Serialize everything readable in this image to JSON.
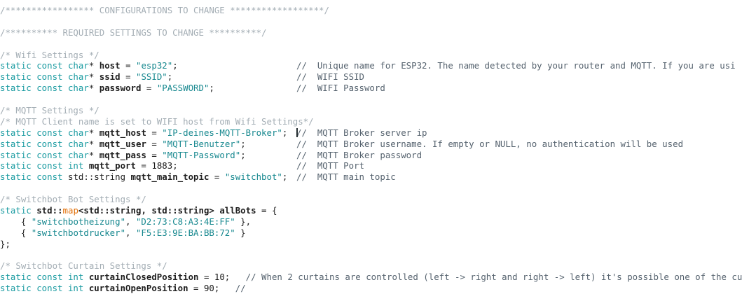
{
  "editor": {
    "language": "cpp",
    "caret_line": 12,
    "colors": {
      "background": "#ffffff",
      "keyword": "#1a9ba1",
      "string": "#17888f",
      "block_comment": "#a3adb4",
      "line_comment": "#55626e",
      "identifier": "#1f1f1f",
      "orange_type": "#e2710b",
      "caret": "#222b2e"
    }
  },
  "lines": [
    {
      "id": "header-configurations",
      "kind": "block-comment",
      "text": "/***************** CONFIGURATIONS TO CHANGE ******************/"
    },
    {
      "id": "blank-1",
      "kind": "blank",
      "text": ""
    },
    {
      "id": "header-required-settings",
      "kind": "block-comment",
      "text": "/********** REQUIRED SETTINGS TO CHANGE **********/"
    },
    {
      "id": "blank-2",
      "kind": "blank",
      "text": ""
    },
    {
      "id": "comment-wifi-settings",
      "kind": "block-comment",
      "text": "/* Wifi Settings */"
    },
    {
      "id": "decl-host",
      "kind": "declaration",
      "keywords": "static const char",
      "star": "*",
      "name": "host",
      "assign": " = ",
      "value": "\"esp32\"",
      "semicolon": ";",
      "comment": "//  Unique name for ESP32. The name detected by your router and MQTT. If you are usi"
    },
    {
      "id": "decl-ssid",
      "kind": "declaration",
      "keywords": "static const char",
      "star": "*",
      "name": "ssid",
      "assign": " = ",
      "value": "\"SSID\"",
      "semicolon": ";",
      "comment": "//  WIFI SSID"
    },
    {
      "id": "decl-password",
      "kind": "declaration",
      "keywords": "static const char",
      "star": "*",
      "name": "password",
      "assign": " = ",
      "value": "\"PASSWORD\"",
      "semicolon": ";",
      "comment": "//  WIFI Password"
    },
    {
      "id": "blank-3",
      "kind": "blank",
      "text": ""
    },
    {
      "id": "comment-mqtt-settings",
      "kind": "block-comment",
      "text": "/* MQTT Settings */"
    },
    {
      "id": "comment-mqtt-client-name",
      "kind": "block-comment",
      "text": "/* MQTT Client name is set to WIFI host from Wifi Settings*/"
    },
    {
      "id": "decl-mqtt-host",
      "kind": "declaration",
      "keywords": "static const char",
      "star": "*",
      "name": "mqtt_host",
      "assign": " = ",
      "value": "\"IP-deines-MQTT-Broker\"",
      "semicolon": ";",
      "comment": "//  MQTT Broker server ip",
      "has_caret": true
    },
    {
      "id": "decl-mqtt-user",
      "kind": "declaration",
      "keywords": "static const char",
      "star": "*",
      "name": "mqtt_user",
      "assign": " = ",
      "value": "\"MQTT-Benutzer\"",
      "semicolon": ";",
      "comment": "//  MQTT Broker username. If empty or NULL, no authentication will be used"
    },
    {
      "id": "decl-mqtt-pass",
      "kind": "declaration",
      "keywords": "static const char",
      "star": "*",
      "name": "mqtt_pass",
      "assign": " = ",
      "value": "\"MQTT-Password\"",
      "semicolon": ";",
      "comment": "//  MQTT Broker password"
    },
    {
      "id": "decl-mqtt-port",
      "kind": "declaration-int",
      "keywords": "static const int",
      "name": "mqtt_port",
      "assign": " = ",
      "value": "1883",
      "semicolon": ";",
      "comment": "//  MQTT Port"
    },
    {
      "id": "decl-mqtt-main-topic",
      "kind": "declaration-string",
      "keywords": "static const ",
      "type": "std::string",
      "name": "mqtt_main_topic",
      "assign": " = ",
      "value": "\"switchbot\"",
      "semicolon": ";",
      "comment": "//  MQTT main topic"
    },
    {
      "id": "blank-4",
      "kind": "blank",
      "text": ""
    },
    {
      "id": "comment-switchbot-bot-settings",
      "kind": "block-comment",
      "text": "/* Switchbot Bot Settings */"
    },
    {
      "id": "decl-allbots",
      "kind": "map-declaration",
      "keyword": "static",
      "ns": " std::",
      "map": "map",
      "generic": "<std::string, std::string> ",
      "name": "allBots",
      "assign": " = ",
      "open_brace": "{"
    },
    {
      "id": "entry-switchbotheizung",
      "kind": "map-entry",
      "indent": "    ",
      "key": "\"switchbotheizung\"",
      "value": "\"D2:73:C8:A3:4E:FF\"",
      "trailing": ","
    },
    {
      "id": "entry-switchbotdrucker",
      "kind": "map-entry",
      "indent": "    ",
      "key": "\"switchbotdrucker\"",
      "value": "\"F5:E3:9E:BA:BB:72\"",
      "trailing": ""
    },
    {
      "id": "close-allbots",
      "kind": "plain",
      "text": "};"
    },
    {
      "id": "blank-5",
      "kind": "blank",
      "text": ""
    },
    {
      "id": "comment-switchbot-curtain-settings",
      "kind": "block-comment",
      "text": "/* Switchbot Curtain Settings */"
    },
    {
      "id": "decl-curtain-closed-position",
      "kind": "declaration-int-inline",
      "keywords": "static const int",
      "name": "curtainClosedPosition",
      "assign": " = ",
      "value": "10",
      "semicolon": ";",
      "inline_comment": "   // When 2 curtains are controlled (left -> right and right -> left) it's possible one of the cu"
    },
    {
      "id": "decl-curtain-open-position-clipped",
      "kind": "clipped",
      "text": "static const int curtainOpenPosition = 90; // ..."
    }
  ]
}
